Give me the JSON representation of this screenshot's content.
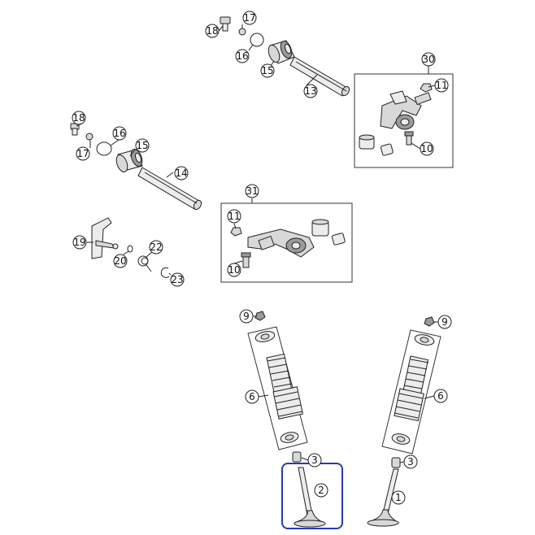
{
  "callouts": {
    "c18a": "18",
    "c17a": "17",
    "c16a": "16",
    "c15a": "15",
    "c13": "13",
    "c30": "30",
    "c11a": "11",
    "c10a": "10",
    "c18b": "18",
    "c17b": "17",
    "c16b": "16",
    "c15b": "15",
    "c14": "14",
    "c31": "31",
    "c11b": "11",
    "c10b": "10",
    "c19": "19",
    "c20": "20",
    "c22": "22",
    "c23": "23",
    "c9a": "9",
    "c6a": "6",
    "c3a": "3",
    "c2": "2",
    "c9b": "9",
    "c6b": "6",
    "c3b": "3",
    "c1": "1"
  },
  "selected_part": "2",
  "colors": {
    "selection": "#2a3bb0",
    "outline": "#222222"
  }
}
